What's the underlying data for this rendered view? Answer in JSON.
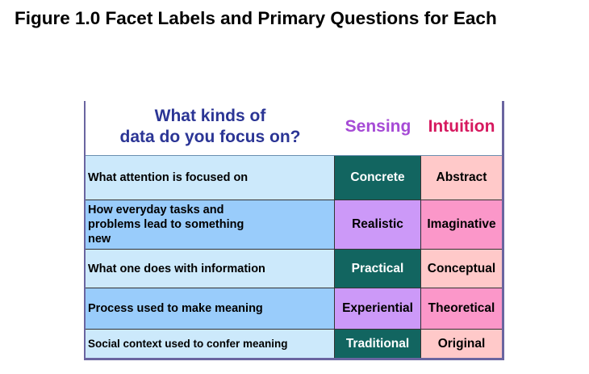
{
  "title": "Figure 1.0 Facet Labels and Primary Questions for Each",
  "table": {
    "question_line1": "What kinds of",
    "question_line2": "data do you focus on?",
    "col_sensing": "Sensing",
    "col_intuition": "Intuition",
    "rows": [
      {
        "label": "What attention is focused on",
        "sensing": "Concrete",
        "intuition": "Abstract"
      },
      {
        "label": "How everyday tasks and problems lead to something new",
        "sensing": "Realistic",
        "intuition": "Imaginative"
      },
      {
        "label": "What one does with information",
        "sensing": "Practical",
        "intuition": "Conceptual"
      },
      {
        "label": "Process used to make meaning",
        "sensing": "Experiential",
        "intuition": "Theoretical"
      },
      {
        "label": "Social context used to confer meaning",
        "sensing": "Traditional",
        "intuition": "Original"
      }
    ]
  },
  "colors": {
    "light_blue": "#cce9fb",
    "blue": "#99ccfb",
    "teal": "#126560",
    "purple": "#cc99f8",
    "light_pink": "#ffc9c9",
    "pink": "#fb97c9"
  }
}
